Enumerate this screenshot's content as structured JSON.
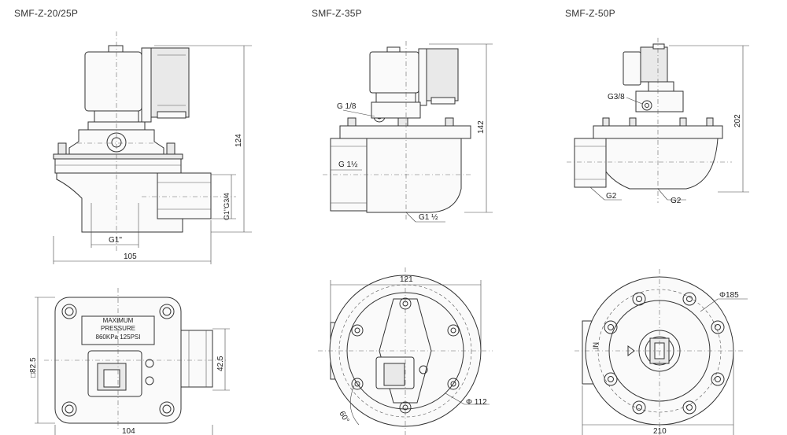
{
  "models": [
    {
      "title": "SMF-Z-20/25P",
      "side_labels": {
        "height": "124",
        "port": "G1\"G3/4",
        "bottom": "G1\"",
        "width": "105"
      },
      "top_labels": {
        "square": "□82.5",
        "half": "42.5",
        "width": "104",
        "plate_line1": "MAXIMUM",
        "plate_line2": "PRESSURE",
        "plate_line3": "860KPa  125PSI"
      }
    },
    {
      "title": "SMF-Z-35P",
      "side_labels": {
        "pilot": "G 1/8",
        "height": "142",
        "port": "G 1½",
        "bottom": "G1 ½"
      },
      "top_labels": {
        "width": "121",
        "diameter": "Φ 112",
        "angle": "60°"
      }
    },
    {
      "title": "SMF-Z-50P",
      "side_labels": {
        "pilot": "G3/8",
        "height": "202",
        "inlet": "G2",
        "outlet": "G2"
      },
      "top_labels": {
        "diameter": "Φ185",
        "inlet": "IN",
        "width": "210"
      }
    }
  ]
}
